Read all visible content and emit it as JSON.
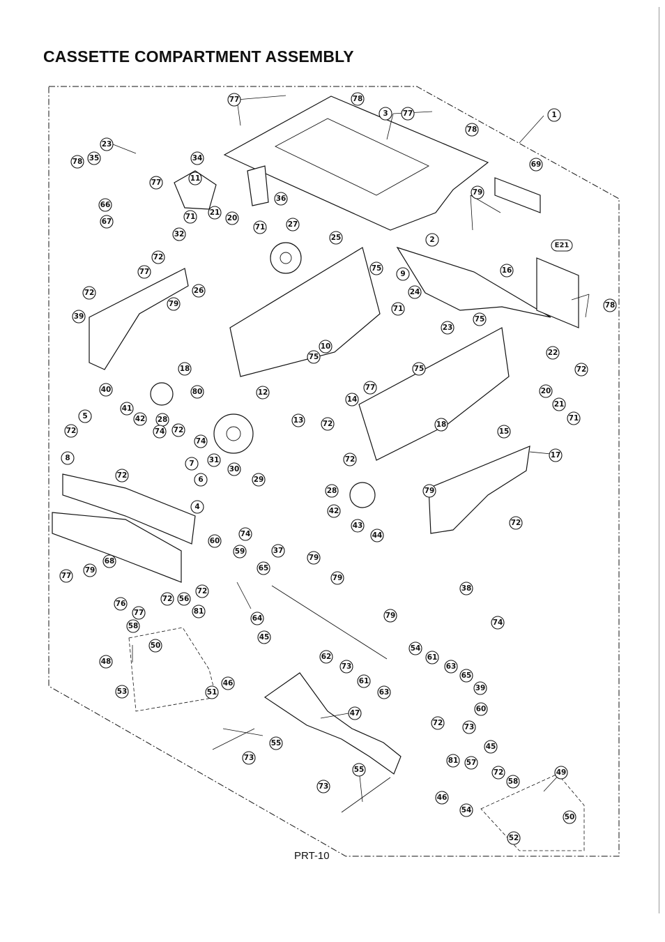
{
  "title": "CASSETTE COMPARTMENT ASSEMBLY",
  "page_number": "PRT-10",
  "callouts": [
    "1",
    "2",
    "3",
    "4",
    "5",
    "6",
    "7",
    "8",
    "9",
    "10",
    "11",
    "12",
    "13",
    "14",
    "15",
    "16",
    "17",
    "18",
    "20",
    "21",
    "22",
    "23",
    "24",
    "25",
    "26",
    "27",
    "28",
    "29",
    "30",
    "31",
    "32",
    "34",
    "35",
    "36",
    "37",
    "38",
    "39",
    "40",
    "41",
    "42",
    "43",
    "44",
    "45",
    "46",
    "47",
    "48",
    "49",
    "50",
    "51",
    "52",
    "53",
    "54",
    "55",
    "56",
    "57",
    "58",
    "59",
    "60",
    "61",
    "62",
    "63",
    "64",
    "65",
    "66",
    "67",
    "68",
    "69",
    "71",
    "72",
    "73",
    "74",
    "75",
    "76",
    "77",
    "78",
    "79",
    "80",
    "81",
    "E21"
  ]
}
